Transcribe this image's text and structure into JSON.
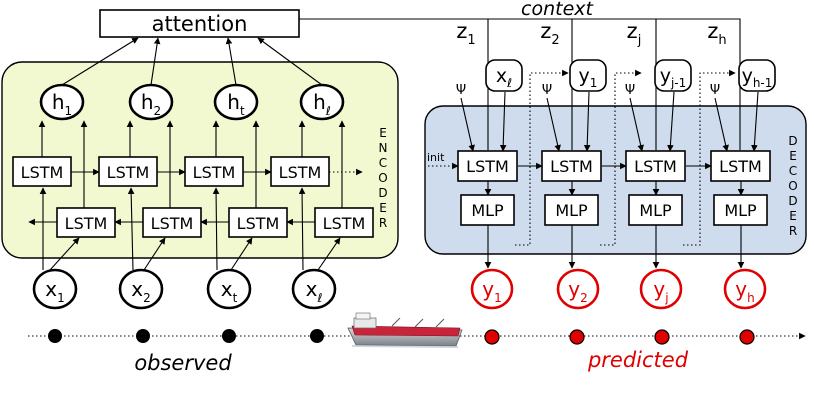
{
  "colors": {
    "encoder_panel": "#f2f8d0",
    "decoder_panel": "#cfdcee",
    "predicted": "#e00000",
    "ship_hull": "#c8253a"
  },
  "attention": {
    "label": "attention"
  },
  "context": {
    "label": "context"
  },
  "encoder": {
    "label": "ENCODER",
    "letters": [
      "E",
      "N",
      "C",
      "O",
      "D",
      "E",
      "R"
    ],
    "hidden": [
      {
        "base": "h",
        "sub": "1"
      },
      {
        "base": "h",
        "sub": "2"
      },
      {
        "base": "h",
        "sub": "t"
      },
      {
        "base": "h",
        "sub": "ℓ"
      }
    ],
    "lstm_label": "LSTM",
    "inputs": [
      {
        "base": "x",
        "sub": "1"
      },
      {
        "base": "x",
        "sub": "2"
      },
      {
        "base": "x",
        "sub": "t"
      },
      {
        "base": "x",
        "sub": "ℓ"
      }
    ]
  },
  "decoder": {
    "label": "DECODER",
    "letters": [
      "D",
      "E",
      "C",
      "O",
      "D",
      "E",
      "R"
    ],
    "init_label": "init",
    "psi": "Ψ",
    "lstm_label": "LSTM",
    "mlp_label": "MLP",
    "z": [
      {
        "base": "z",
        "sub": "1"
      },
      {
        "base": "z",
        "sub": "2"
      },
      {
        "base": "z",
        "sub": "j"
      },
      {
        "base": "z",
        "sub": "h"
      }
    ],
    "feedback": [
      {
        "base": "x",
        "sub": "ℓ"
      },
      {
        "base": "y",
        "sub": "1"
      },
      {
        "base": "y",
        "sub": "j-1"
      },
      {
        "base": "y",
        "sub": "h-1"
      }
    ],
    "outputs": [
      {
        "base": "y",
        "sub": "1"
      },
      {
        "base": "y",
        "sub": "2"
      },
      {
        "base": "y",
        "sub": "j"
      },
      {
        "base": "y",
        "sub": "h"
      }
    ]
  },
  "timeline": {
    "observed_label": "observed",
    "predicted_label": "predicted"
  }
}
